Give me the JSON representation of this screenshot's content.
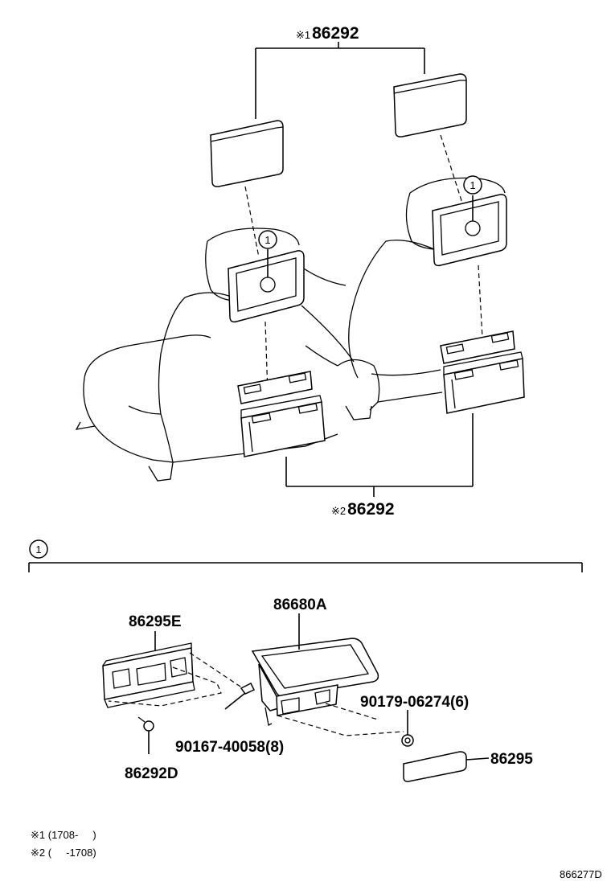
{
  "labels": {
    "top_part": "86292",
    "top_mark": "※1",
    "bottom_part": "86292",
    "bottom_mark": "※2",
    "callout_number": "1",
    "bracket_part": "86295E",
    "monitor_part": "86680A",
    "screw_right": "90179-06274(6)",
    "screw_left": "90167-40058(8)",
    "clip": "86292D",
    "cover": "86295"
  },
  "notes": {
    "note1": "※1 (1708-     )",
    "note2": "※2 (     -1708)"
  },
  "diagram_id": "866277D"
}
